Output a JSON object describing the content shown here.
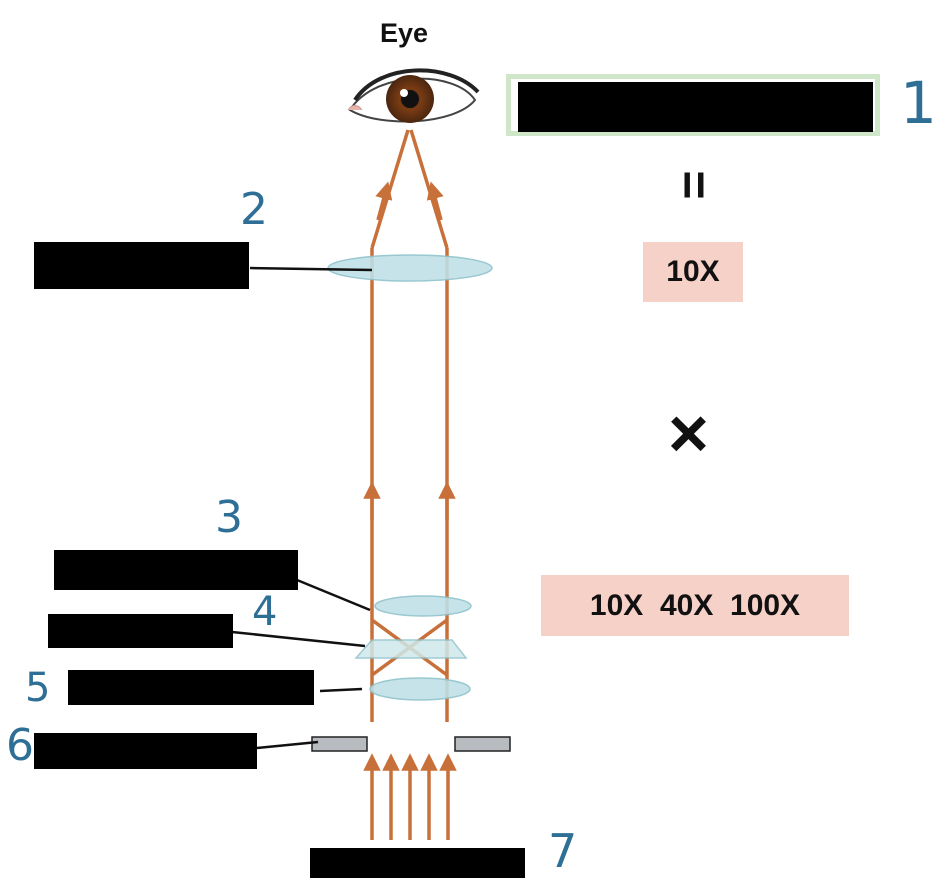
{
  "title": "Eye",
  "equals_symbol": "=",
  "times_symbol": "×",
  "eyepiece_magnification": "10X",
  "objective_magnifications": "10X  40X  100X",
  "annotations": [
    "1",
    "2",
    "3",
    "4",
    "5",
    "6",
    "7"
  ],
  "colors": {
    "light_ray": "#c8703a",
    "lens_fill": "#bfe0e6",
    "lens_stroke": "#8fc3cc",
    "mag_box": "#f6d1c8",
    "result_box_border": "#cfe6c9",
    "handwriting": "#2f6f95",
    "stage_fill": "#b8bcc0"
  },
  "icons": [
    "eye-icon"
  ]
}
